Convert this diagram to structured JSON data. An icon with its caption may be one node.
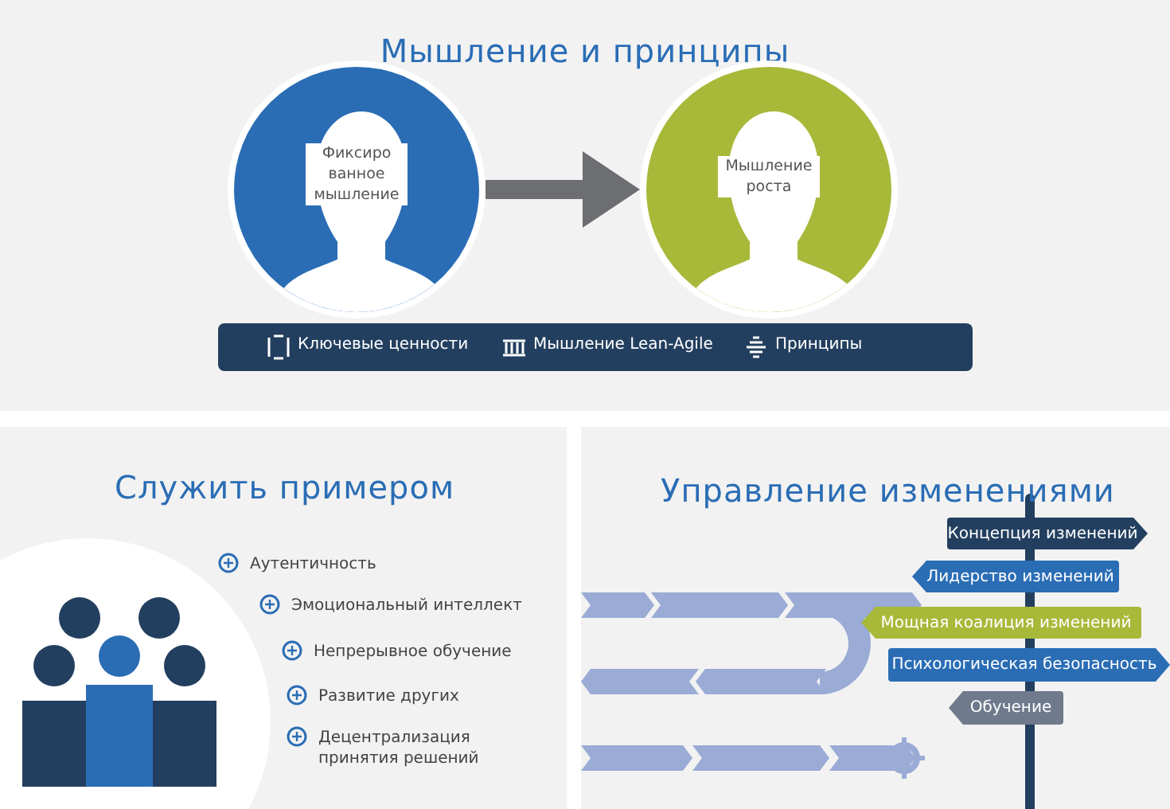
{
  "diagram": {
    "nodes": [
      {
        "text": [
          "Мышление и принципы"
        ]
      },
      {
        "text": [
          "Фиксиро ванное мышление"
        ],
        "in": 0
      },
      {
        "text": [
          "Мышление роста"
        ],
        "in": 0
      },
      {
        "text": [
          "Ключевые ценности",
          "Мышление Lean-Agile",
          "Принципы"
        ],
        "in": 0
      },
      {
        "text": [
          "Служить примером",
          "Аутентичность",
          "Эмоциональный интеллект",
          "Непрерывное обучение",
          "Развитие других",
          "Децентрализация принятия решений"
        ]
      },
      {
        "text": [
          "Управление изменениями"
        ]
      },
      {
        "text": [
          "Концепция изменений"
        ],
        "in": 5
      },
      {
        "text": [
          "Лидерство изменений"
        ],
        "in": 5
      },
      {
        "text": [
          "Мощная коалиция изменений"
        ],
        "in": 5
      },
      {
        "text": [
          "Психологическая безопасность"
        ],
        "in": 5
      },
      {
        "text": [
          "Обучение"
        ],
        "in": 5
      }
    ],
    "edges": [
      {
        "from": 1,
        "to": 2,
        "arrow": "to"
      }
    ]
  }
}
